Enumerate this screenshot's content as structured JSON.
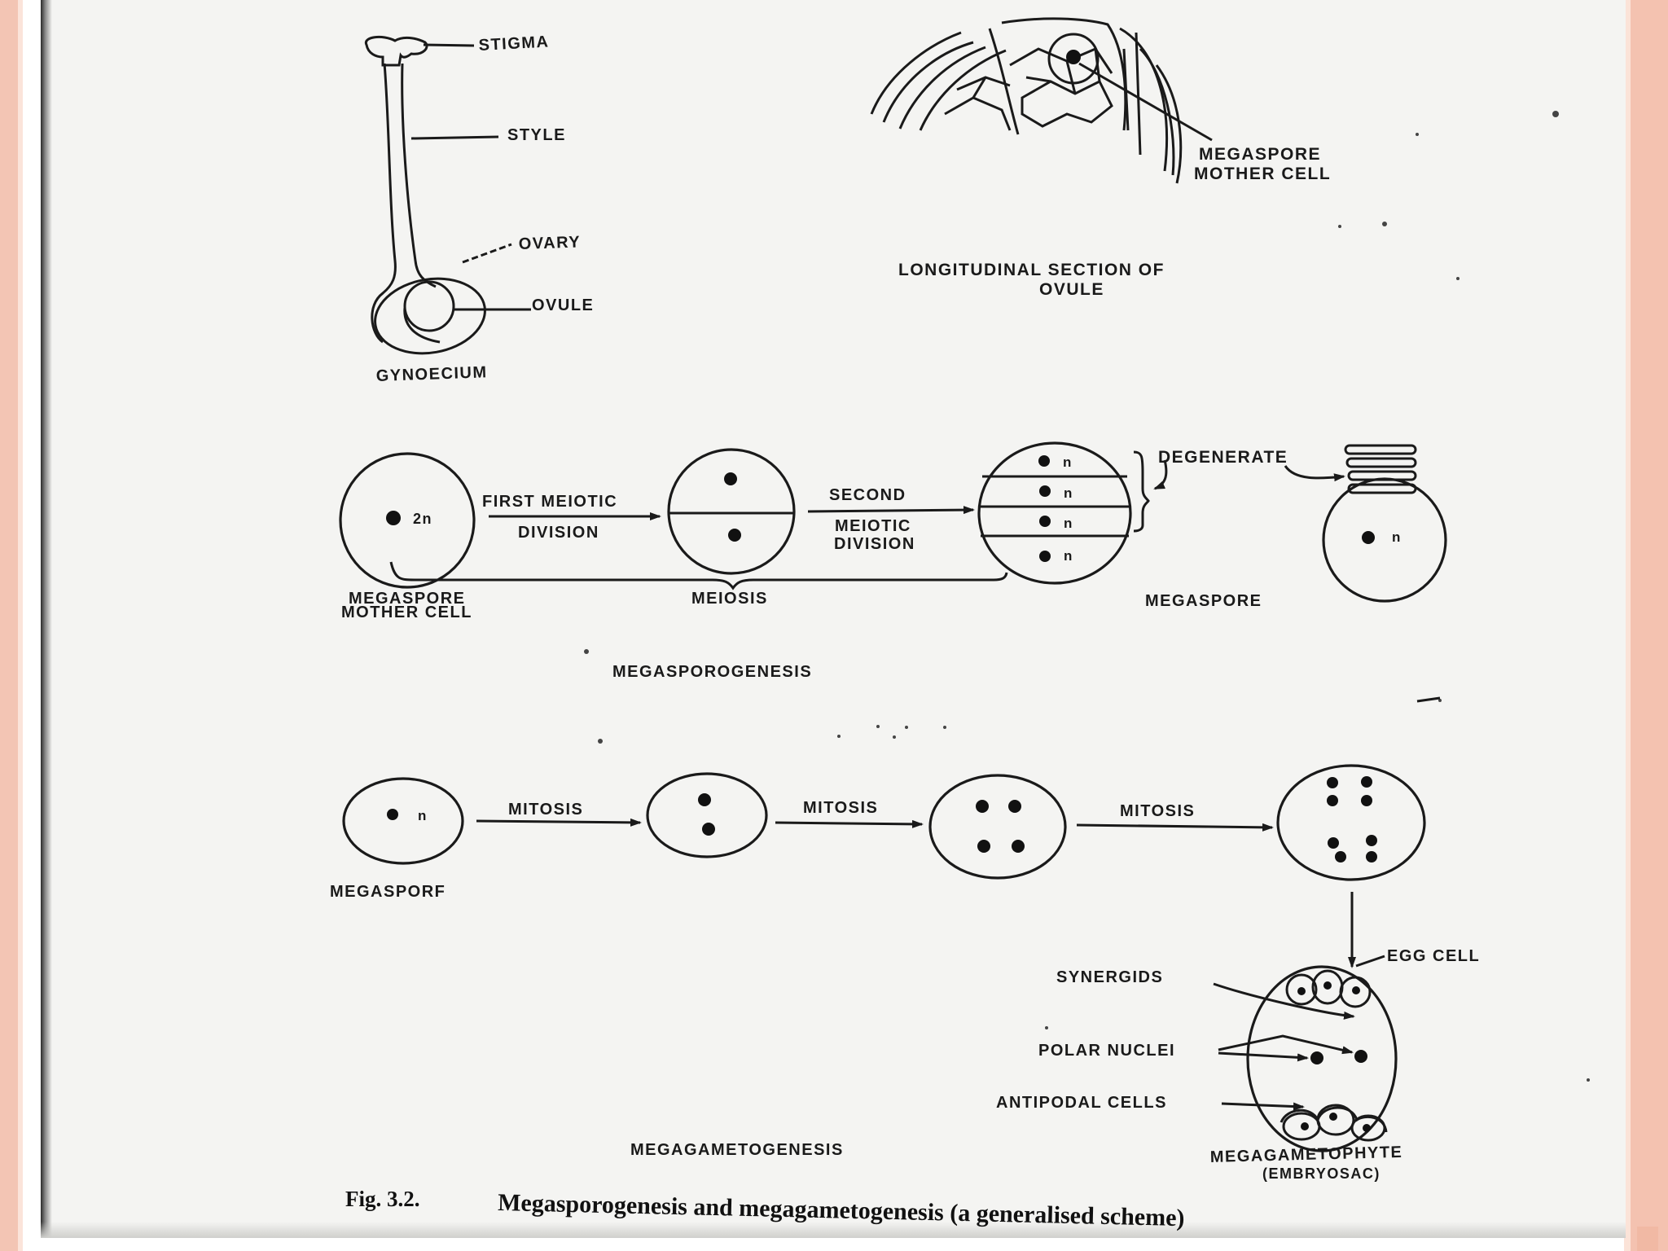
{
  "gynoecium": {
    "labels": {
      "stigma": "STIGMA",
      "style": "STYLE",
      "ovary": "OVARY",
      "ovule": "OVULE"
    },
    "title": "GYNOECIUM"
  },
  "ovule_section": {
    "label": "MEGASPORE MOTHER CELL",
    "label_line1": "MEGASPORE",
    "label_line2": "MOTHER CELL",
    "title_line1": "LONGITUDINAL  SECTION OF",
    "title_line2": "OVULE"
  },
  "megasporogenesis": {
    "mmc_ploidy": "2n",
    "arrow1_line1": "FIRST MEIOTIC",
    "arrow1_line2": "DIVISION",
    "arrow2_line1": "SECOND",
    "arrow2_line2": "MEIOTIC",
    "arrow2_line3": "DIVISION",
    "tetrad_ploidy": [
      "n",
      "n",
      "n",
      "n"
    ],
    "degenerate": "DEGENERATE",
    "megaspore_ploidy": "n",
    "mmc_label_line1": "MEGASPORE",
    "mmc_label_line2": "MOTHER CELL",
    "meiosis_label": "MEIOSIS",
    "megaspore_label": "MEGASPORE",
    "title": "MEGASPOROGENESIS"
  },
  "megagametogenesis": {
    "start_ploidy": "n",
    "start_label": "MEGASPORF",
    "mitosis_labels": [
      "MITOSIS",
      "MITOSIS",
      "MITOSIS"
    ],
    "embryosac_labels": {
      "egg_cell": "EGG CELL",
      "synergids": "SYNERGIDS",
      "polar_nuclei": "POLAR NUCLEI",
      "antipodal_cells": "ANTIPODAL CELLS"
    },
    "result_line1": "MEGAGAMETOPHYTE",
    "result_line2": "(EMBRYOSAC)",
    "title": "MEGAGAMETOGENESIS"
  },
  "caption": {
    "fig_number": "Fig. 3.2.",
    "text": "Megasporogenesis and megagametogenesis (a generalised scheme)"
  }
}
